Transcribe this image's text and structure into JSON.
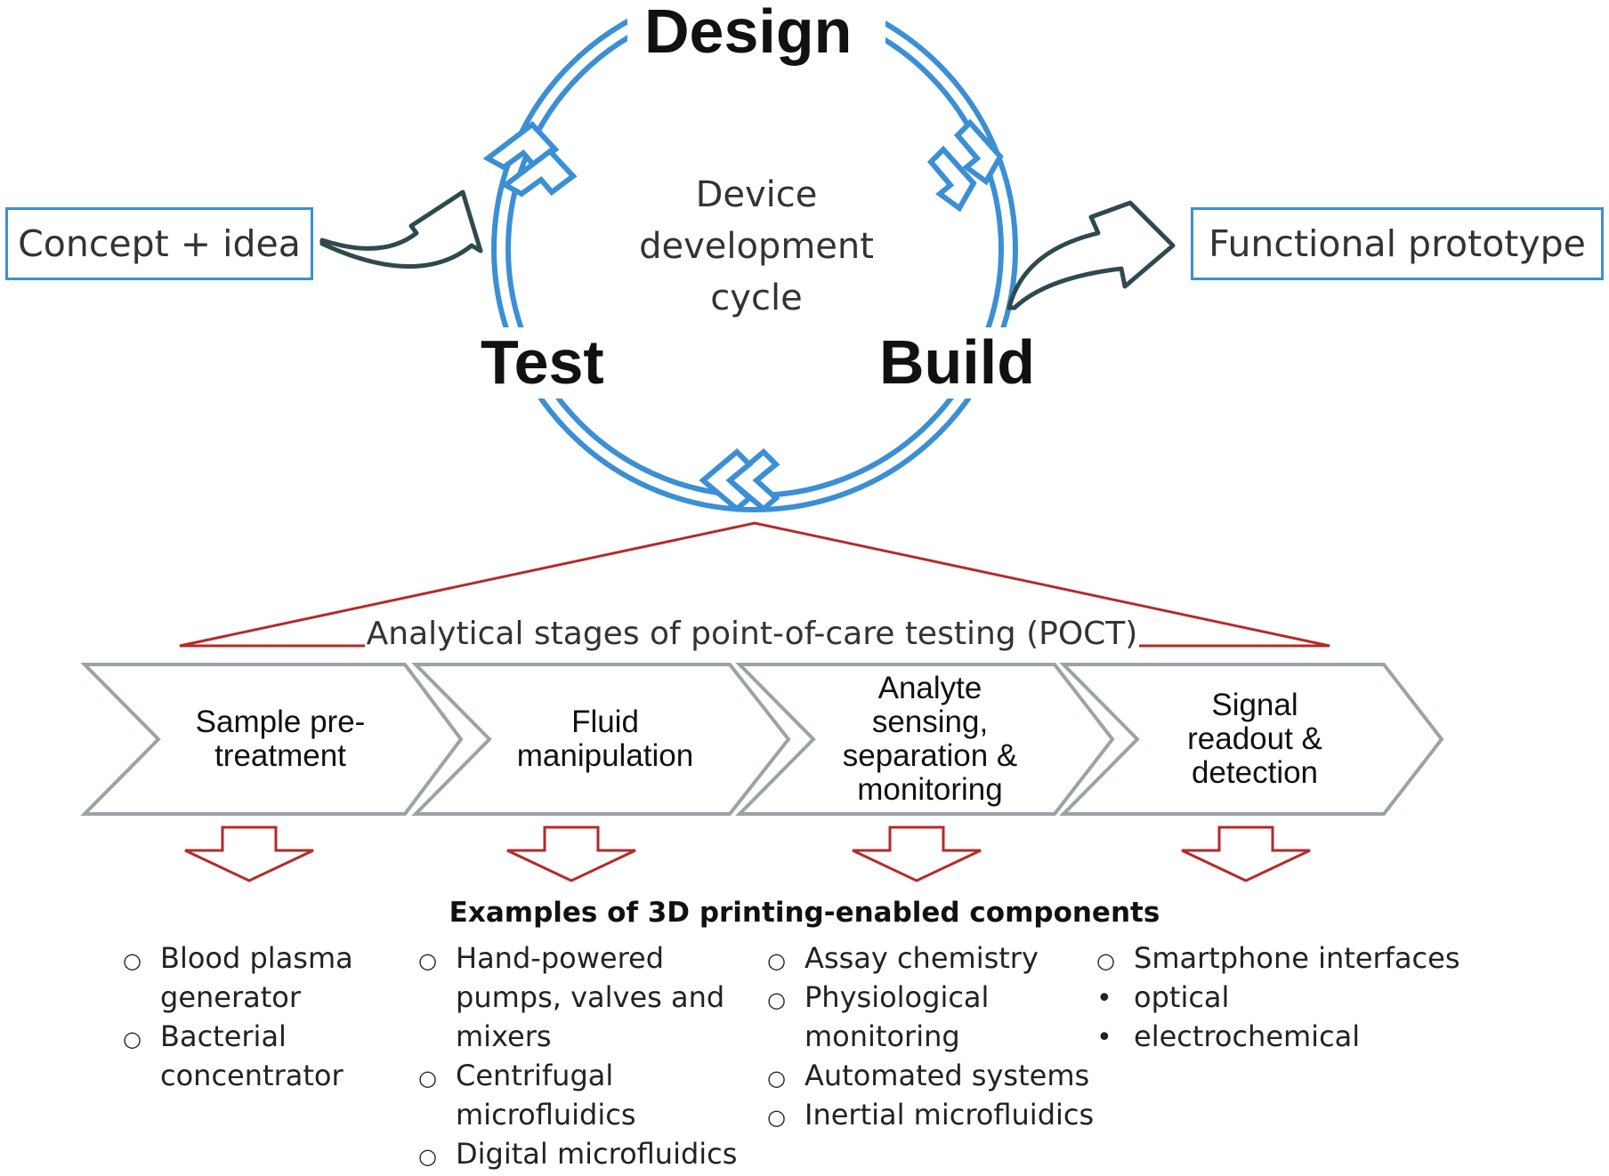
{
  "cycle": {
    "design": "Design",
    "build": "Build",
    "test": "Test",
    "center_lines": [
      "Device",
      "development",
      "cycle"
    ]
  },
  "input_box": "Concept + idea",
  "output_box": "Functional prototype",
  "poct_label": "Analytical stages of point-of-care testing (POCT)",
  "stages": [
    [
      "Sample pre-",
      "treatment"
    ],
    [
      "Fluid",
      "manipulation"
    ],
    [
      "Analyte",
      "sensing,",
      "separation &",
      "monitoring"
    ],
    [
      "Signal",
      "readout &",
      "detection"
    ]
  ],
  "examples_heading": "Examples of 3D printing-enabled components",
  "columns": [
    [
      {
        "marker": "circle",
        "lines": [
          "Blood plasma",
          "generator"
        ]
      },
      {
        "marker": "circle",
        "lines": [
          "Bacterial",
          "concentrator"
        ]
      }
    ],
    [
      {
        "marker": "circle",
        "lines": [
          "Hand-powered",
          "pumps, valves and",
          "mixers"
        ]
      },
      {
        "marker": "circle",
        "lines": [
          "Centrifugal",
          "microfluidics"
        ]
      },
      {
        "marker": "circle",
        "lines": [
          "Digital microfluidics"
        ]
      }
    ],
    [
      {
        "marker": "circle",
        "lines": [
          "Assay chemistry"
        ]
      },
      {
        "marker": "circle",
        "lines": [
          "Physiological",
          "monitoring"
        ]
      },
      {
        "marker": "circle",
        "lines": [
          "Automated systems"
        ]
      },
      {
        "marker": "circle",
        "lines": [
          "Inertial microfluidics"
        ]
      }
    ],
    [
      {
        "marker": "circle",
        "lines": [
          "Smartphone interfaces"
        ]
      },
      {
        "marker": "bullet",
        "lines": [
          "optical"
        ]
      },
      {
        "marker": "bullet",
        "lines": [
          "electrochemical"
        ]
      }
    ]
  ],
  "colors": {
    "cycle_blue": "#3b8fd4",
    "box_border": "#3b8fd4",
    "dark_arrow": "#2f4a4f",
    "chevron_gray": "#9aa3a6",
    "red": "#b52a2a"
  }
}
